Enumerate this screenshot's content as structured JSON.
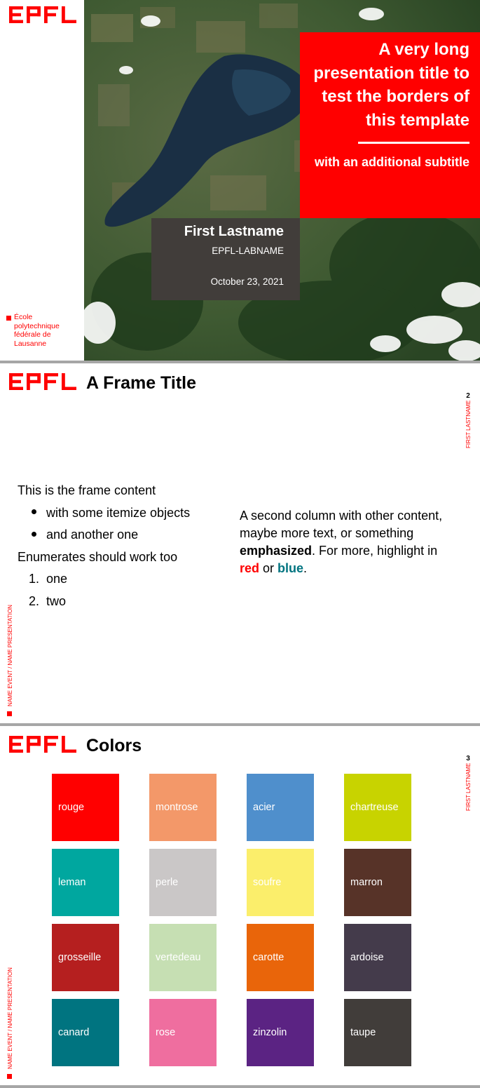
{
  "logo": {
    "text": "EPFL",
    "color": "#ff0000"
  },
  "title_slide": {
    "title": "A very long presentation title to test the borders of this template",
    "subtitle": "with an additional subtitle",
    "author": "First Lastname",
    "lab": "EPFL-LABNAME",
    "date": "October 23, 2021",
    "school": "École\npolytechnique\nfédérale de\nLausanne"
  },
  "frame_slide": {
    "title": "A Frame Title",
    "page": "2",
    "author_vertical": "FIRST LASTNAME",
    "event_vertical": "NAME EVENT / NAME PRESENTATION",
    "col1": {
      "intro": "This is the frame content",
      "bullets": [
        "with some itemize objects",
        "and another one"
      ],
      "enum_intro": "Enumerates should work too",
      "enum_items": [
        {
          "num": "1.",
          "text": "one"
        },
        {
          "num": "2.",
          "text": "two"
        }
      ]
    },
    "col2": {
      "p1": "A second column with other content, maybe more text, or something ",
      "emph": "emphasized",
      "p2": ". For more, highlight in ",
      "red": "red",
      "or": " or ",
      "blue": "blue",
      "end": "."
    }
  },
  "colors_slide": {
    "title": "Colors",
    "page": "3",
    "author_vertical": "FIRST LASTNAME",
    "event_vertical": "NAME EVENT / NAME PRESENTATION",
    "swatches": [
      {
        "name": "rouge",
        "color": "#ff0000"
      },
      {
        "name": "montrose",
        "color": "#f39869"
      },
      {
        "name": "acier",
        "color": "#4f8fcc"
      },
      {
        "name": "chartreuse",
        "color": "#c8d300"
      },
      {
        "name": "leman",
        "color": "#00a79f"
      },
      {
        "name": "perle",
        "color": "#cac7c7"
      },
      {
        "name": "soufre",
        "color": "#fbee6b"
      },
      {
        "name": "marron",
        "color": "#573328"
      },
      {
        "name": "grosseille",
        "color": "#b51f1f"
      },
      {
        "name": "vertedeau",
        "color": "#c6dfb3"
      },
      {
        "name": "carotte",
        "color": "#e9650a"
      },
      {
        "name": "ardoise",
        "color": "#443b4b"
      },
      {
        "name": "canard",
        "color": "#007480"
      },
      {
        "name": "rose",
        "color": "#ef6e9f"
      },
      {
        "name": "zinzolin",
        "color": "#5b2383"
      },
      {
        "name": "taupe",
        "color": "#413d3a"
      }
    ]
  }
}
